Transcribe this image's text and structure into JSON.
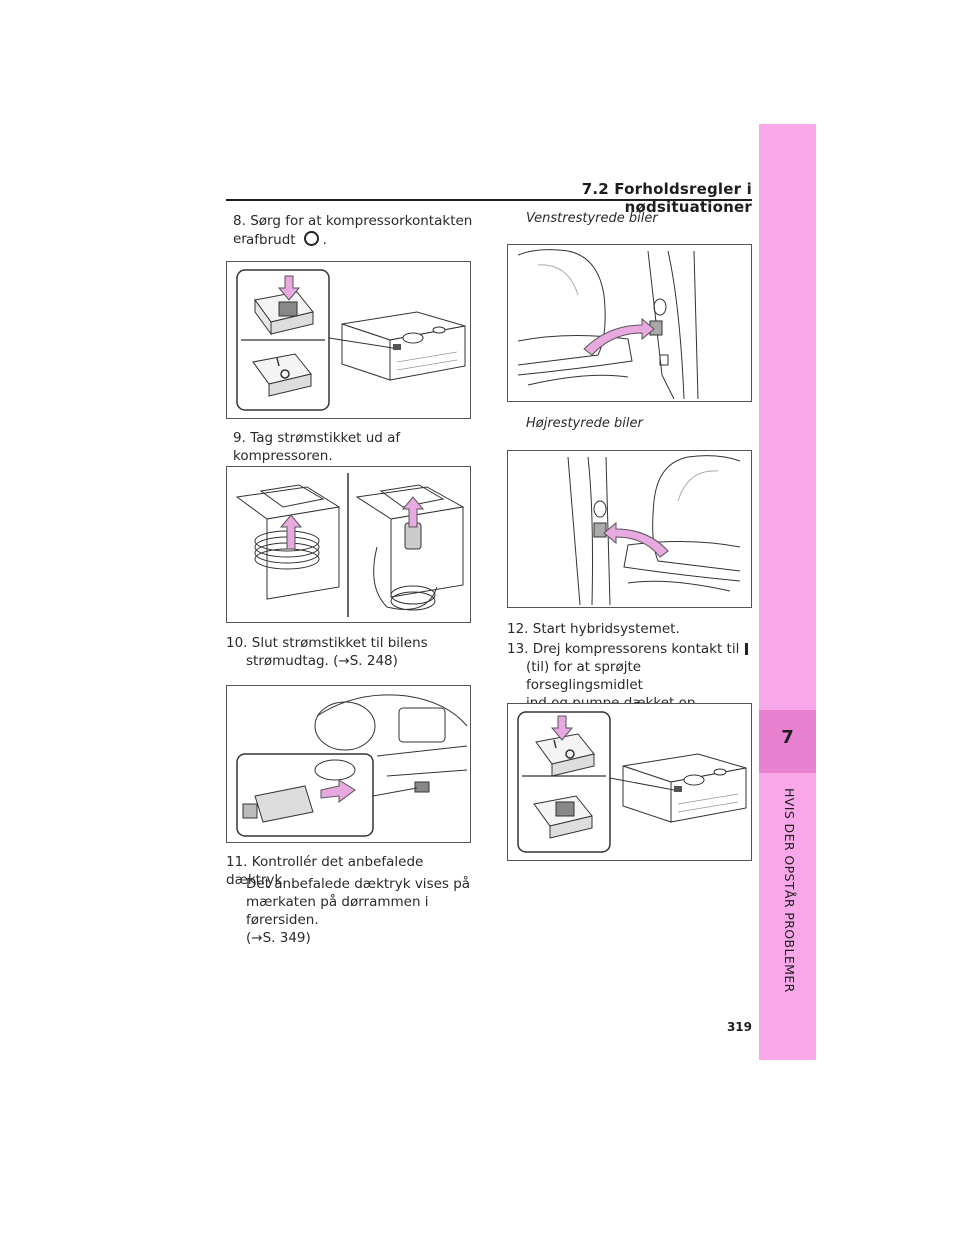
{
  "header": {
    "section_title": "7.2 Forholdsregler i nødsituationer"
  },
  "sidebar_tab": {
    "chapter_number": "7",
    "chapter_title": "HVIS DER OPSTÅR PROBLEMER"
  },
  "page_number": "319",
  "left_column": {
    "step8": {
      "number": "8.",
      "line1": "Sørg for at kompressorkontakten er",
      "line2": "afbrudt",
      "line2_suffix": ".",
      "symbol": "off-symbol-icon"
    },
    "step9": {
      "number": "9.",
      "text": "Tag strømstikket ud af kompressoren."
    },
    "step10": {
      "number": "10.",
      "line1": "Slut strømstikket til bilens",
      "line2": "strømudtag. (→S. 248)"
    },
    "step11": {
      "number": "11.",
      "text": "Kontrollér det anbefalede dæktryk.",
      "note_lines": [
        "Det anbefalede dæktryk vises på",
        "mærkaten på dørrammen i førersiden.",
        "(→S. 349)"
      ]
    }
  },
  "right_column": {
    "caption_lhd": "Venstrestyrede biler",
    "caption_rhd": "Højrestyrede biler",
    "step12": {
      "number": "12.",
      "text": "Start hybridsystemet."
    },
    "step13": {
      "number": "13.",
      "line1": "Drej kompressorens kontakt til",
      "symbol": "on-symbol-icon",
      "line2": "(til) for at sprøjte forseglingsmidlet",
      "line3": "ind og pumpe dækket op."
    }
  },
  "colors": {
    "tab_light": "#f8a8e8",
    "tab_dark": "#e880d0",
    "arrow_fill": "#e8a8e0"
  }
}
